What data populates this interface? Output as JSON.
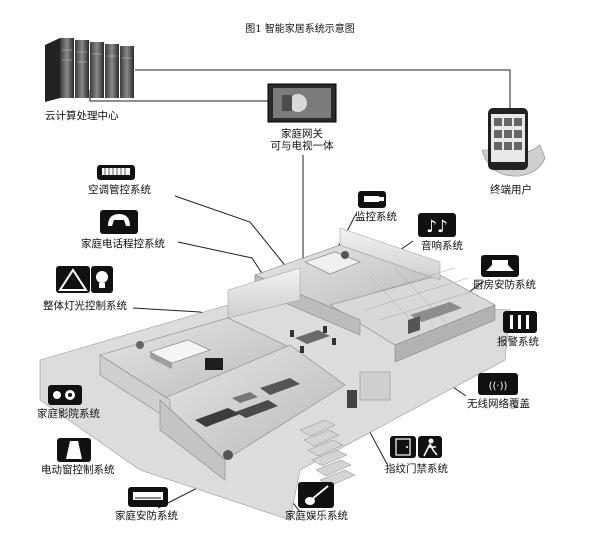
{
  "figure": {
    "title": "图1  智能家居系统示意图"
  },
  "nodes": {
    "cloud": "云计算处理中心",
    "gateway_line1": "家庭网关",
    "gateway_line2": "可与电视一体",
    "terminal": "终端用户",
    "aircon": "空调管控系统",
    "monitor": "监控系统",
    "audio": "音响系统",
    "phone": "家庭电话程控系统",
    "kitchen": "厨房安防系统",
    "lighting": "整体灯光控制系统",
    "alarm": "报警系统",
    "theater": "家庭影院系统",
    "wireless": "无线网络覆盖",
    "curtain": "电动窗控制系统",
    "fingerprint": "指纹门禁系统",
    "security": "家庭安防系统",
    "entertainment": "家庭娱乐系统"
  },
  "icons": {
    "server": "server-rack-icon",
    "tv": "tv-gateway-icon",
    "phone": "smartphone-icon",
    "aircon": "air-conditioner-icon",
    "camera": "camera-icon",
    "note": "music-note-icon",
    "handset": "telephone-icon",
    "hood": "range-hood-icon",
    "warning": "warning-triangle-icon",
    "bulb": "light-bulb-icon",
    "alarm": "alarm-bars-icon",
    "theater": "home-theater-icon",
    "wifi": "wireless-signal-icon",
    "curtain": "curtain-icon",
    "door": "door-icon",
    "walk": "walking-person-icon",
    "guitar": "guitar-icon"
  },
  "colors": {
    "line": "#222222",
    "icon_bg": "#111111",
    "house": "#bfbfbf"
  }
}
